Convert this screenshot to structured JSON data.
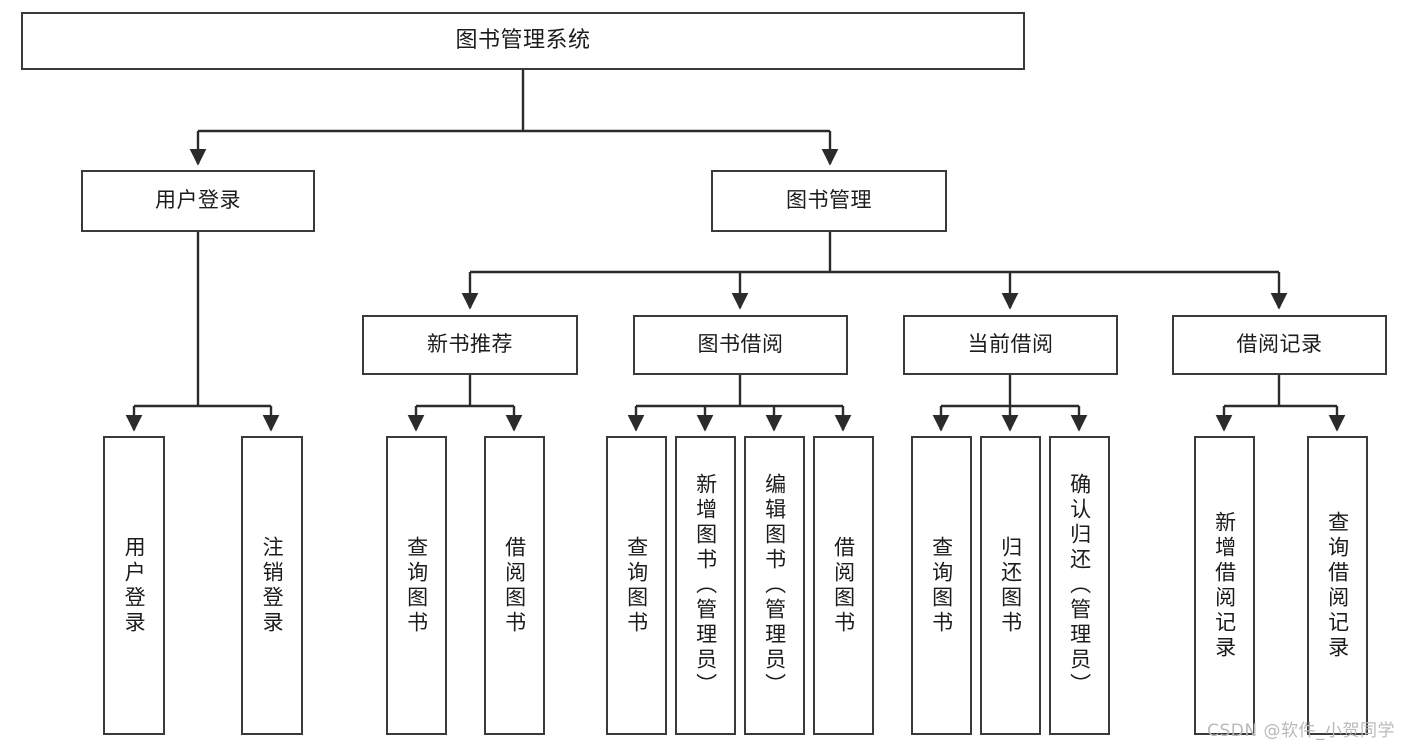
{
  "diagram": {
    "title": "图书管理系统",
    "type": "tree-hierarchy-chart",
    "watermark": "CSDN @软件_小贺同学",
    "colors": {
      "box_border": "#3a3a3a",
      "box_fill": "#ffffff",
      "edge": "#2b2b2b",
      "text": "#1c1c1c",
      "watermark": "#b9b9b9",
      "background": "#ffffff"
    },
    "levels": {
      "level1": {
        "root": {
          "id": "root",
          "label": "图书管理系统"
        }
      },
      "level2": {
        "nodes": [
          {
            "id": "user-login",
            "label": "用户登录"
          },
          {
            "id": "book-manage",
            "label": "图书管理"
          }
        ]
      },
      "level3": {
        "nodes": [
          {
            "id": "new-book-recommend",
            "label": "新书推荐",
            "parent": "book-manage"
          },
          {
            "id": "book-borrow",
            "label": "图书借阅",
            "parent": "book-manage"
          },
          {
            "id": "current-borrow",
            "label": "当前借阅",
            "parent": "book-manage"
          },
          {
            "id": "borrow-record",
            "label": "借阅记录",
            "parent": "book-manage"
          }
        ]
      },
      "level4": {
        "groups": [
          {
            "parent": "user-login",
            "leaves": [
              {
                "id": "leaf-user-login",
                "label": "用户登录"
              },
              {
                "id": "leaf-user-logout",
                "label": "注销登录"
              }
            ]
          },
          {
            "parent": "new-book-recommend",
            "leaves": [
              {
                "id": "leaf-query-book-1",
                "label": "查询图书"
              },
              {
                "id": "leaf-borrow-book-1",
                "label": "借阅图书"
              }
            ]
          },
          {
            "parent": "book-borrow",
            "leaves": [
              {
                "id": "leaf-query-book-2",
                "label": "查询图书"
              },
              {
                "id": "leaf-add-book",
                "label": "新增图书（管理员）"
              },
              {
                "id": "leaf-edit-book",
                "label": "编辑图书（管理员）"
              },
              {
                "id": "leaf-borrow-book-2",
                "label": "借阅图书"
              }
            ]
          },
          {
            "parent": "current-borrow",
            "leaves": [
              {
                "id": "leaf-query-book-3",
                "label": "查询图书"
              },
              {
                "id": "leaf-return-book",
                "label": "归还图书"
              },
              {
                "id": "leaf-confirm-return",
                "label": "确认归还（管理员）"
              }
            ]
          },
          {
            "parent": "borrow-record",
            "leaves": [
              {
                "id": "leaf-add-record",
                "label": "新增借阅记录"
              },
              {
                "id": "leaf-query-record",
                "label": "查询借阅记录"
              }
            ]
          }
        ]
      }
    }
  }
}
